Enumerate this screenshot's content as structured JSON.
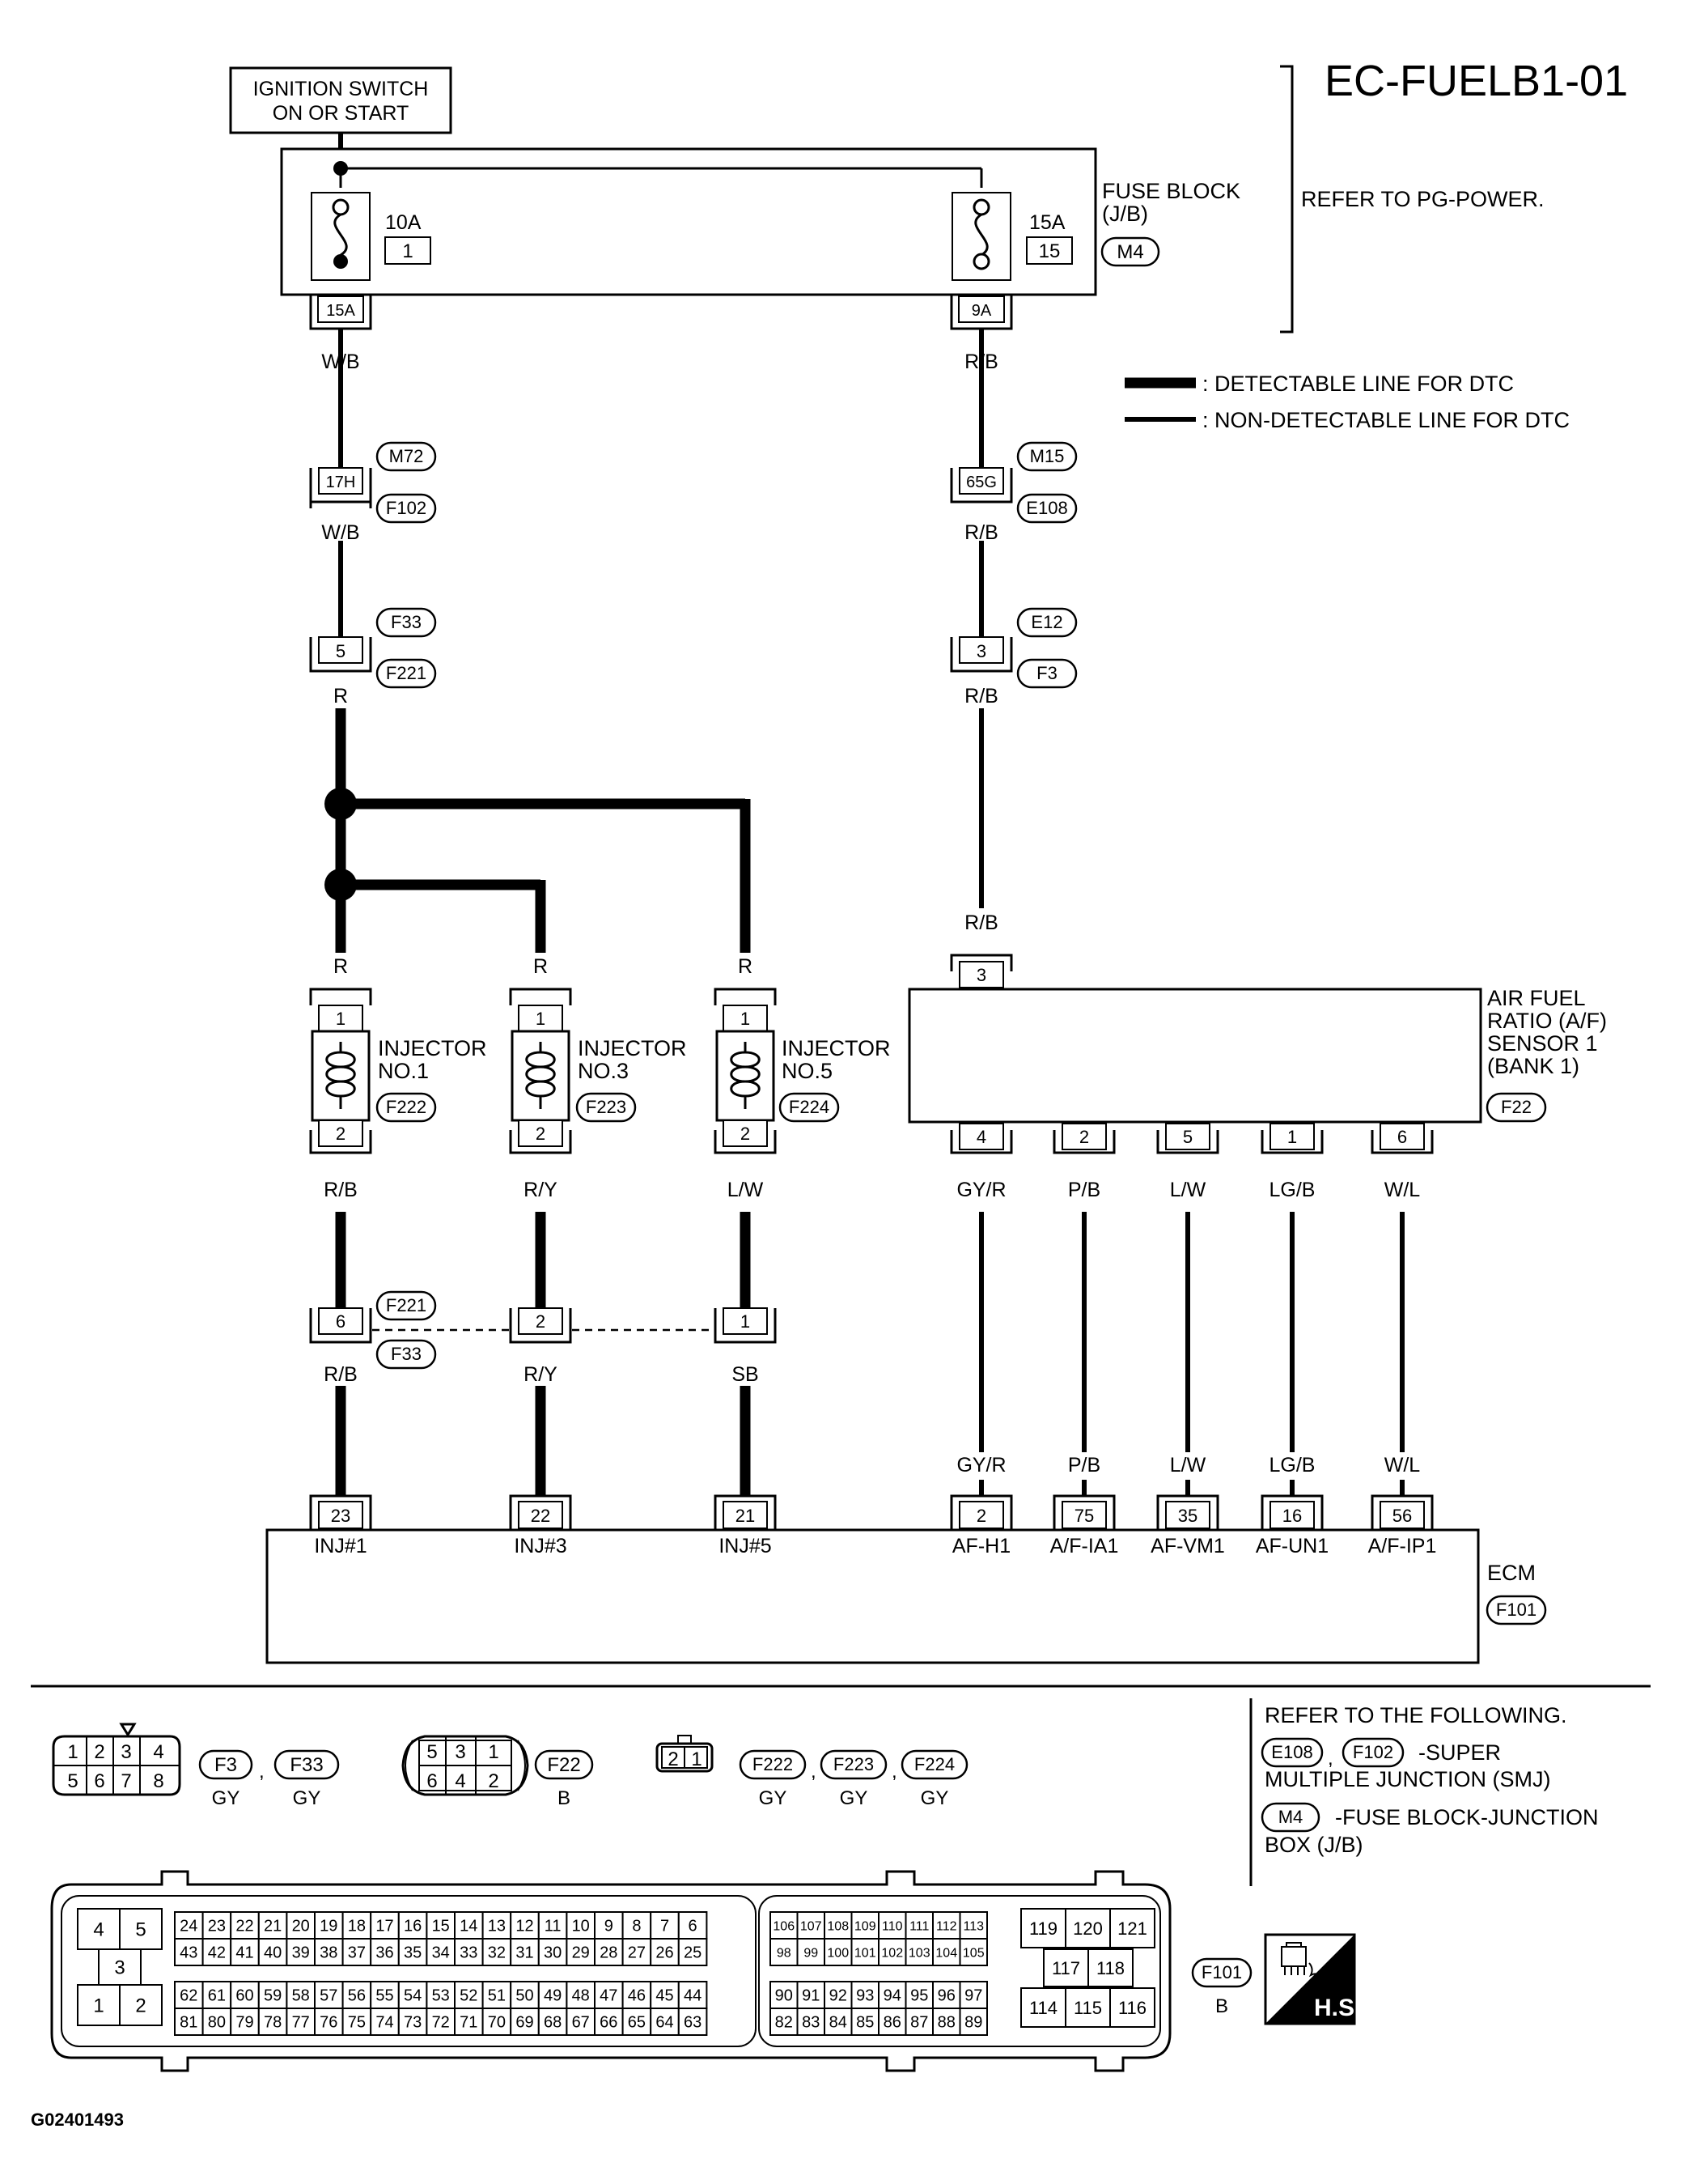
{
  "title": "EC-FUELB1-01",
  "ignition_switch": [
    "IGNITION SWITCH",
    "ON OR START"
  ],
  "fuse_block": {
    "label": [
      "FUSE BLOCK",
      "(J/B)"
    ],
    "connector": "M4",
    "refer": "REFER TO PG-POWER.",
    "fuse_left": {
      "amp": "10A",
      "num": "1",
      "terminal": "15A"
    },
    "fuse_right": {
      "amp": "15A",
      "num": "15",
      "terminal": "9A"
    }
  },
  "legend": {
    "detectable": ": DETECTABLE LINE FOR DTC",
    "non_detectable": ": NON-DETECTABLE LINE FOR DTC"
  },
  "wires": {
    "w_b": "W/B",
    "r_b": "R/B",
    "r": "R",
    "r_y": "R/Y",
    "l_w": "L/W",
    "sb": "SB",
    "gy_r": "GY/R",
    "p_b": "P/B",
    "lg_b": "LG/B",
    "w_l": "W/L"
  },
  "junctions": {
    "j1": {
      "pin": "17H",
      "top": "M72",
      "bottom": "F102"
    },
    "j2": {
      "pin": "65G",
      "top": "M15",
      "bottom": "E108"
    },
    "j3": {
      "pin": "5",
      "top": "F33",
      "bottom": "F221"
    },
    "j4": {
      "pin": "3",
      "top": "E12",
      "bottom": "F3"
    }
  },
  "injectors": [
    {
      "name": [
        "INJECTOR",
        "NO.1"
      ],
      "connector": "F222",
      "pin_in": "1",
      "pin_out": "2",
      "wire_out": "R/B",
      "jpin": "6",
      "wire_ecm": "R/B",
      "ecm_pin": "23",
      "ecm_label": "INJ#1"
    },
    {
      "name": [
        "INJECTOR",
        "NO.3"
      ],
      "connector": "F223",
      "pin_in": "1",
      "pin_out": "2",
      "wire_out": "R/Y",
      "jpin": "2",
      "wire_ecm": "R/Y",
      "ecm_pin": "22",
      "ecm_label": "INJ#3"
    },
    {
      "name": [
        "INJECTOR",
        "NO.5"
      ],
      "connector": "F224",
      "pin_in": "1",
      "pin_out": "2",
      "wire_out": "L/W",
      "jpin": "1",
      "wire_ecm": "SB",
      "ecm_pin": "21",
      "ecm_label": "INJ#5"
    }
  ],
  "inj_junction": {
    "top": "F221",
    "bottom": "F33"
  },
  "af_sensor": {
    "name": [
      "AIR FUEL",
      "RATIO (A/F)",
      "SENSOR 1",
      "(BANK 1)"
    ],
    "connector": "F22",
    "pin_in": "3",
    "pins": [
      {
        "pin": "4",
        "wire": "GY/R",
        "ecm_pin": "2",
        "ecm_label": "AF-H1"
      },
      {
        "pin": "2",
        "wire": "P/B",
        "ecm_pin": "75",
        "ecm_label": "A/F-IA1"
      },
      {
        "pin": "5",
        "wire": "L/W",
        "ecm_pin": "35",
        "ecm_label": "AF-VM1"
      },
      {
        "pin": "1",
        "wire": "LG/B",
        "ecm_pin": "16",
        "ecm_label": "AF-UN1"
      },
      {
        "pin": "6",
        "wire": "W/L",
        "ecm_pin": "56",
        "ecm_label": "A/F-IP1"
      }
    ]
  },
  "ecm": {
    "label": "ECM",
    "connector": "F101"
  },
  "connectors_legend": {
    "c1": {
      "pins_top": [
        "1",
        "2",
        "3",
        "4"
      ],
      "pins_bottom": [
        "5",
        "6",
        "7",
        "8"
      ],
      "names": [
        "F3",
        "F33"
      ],
      "colors": [
        "GY",
        "GY"
      ]
    },
    "c2": {
      "pins_top": [
        "5",
        "3",
        "1"
      ],
      "pins_bottom": [
        "6",
        "4",
        "2"
      ],
      "name": "F22",
      "color": "B"
    },
    "c3": {
      "pins": [
        "2",
        "1"
      ],
      "names": [
        "F222",
        "F223",
        "F224"
      ],
      "colors": [
        "GY",
        "GY",
        "GY"
      ]
    },
    "ecm_conn": {
      "name": "F101",
      "color": "B"
    }
  },
  "refer_following": {
    "header": "REFER TO THE FOLLOWING.",
    "smj_conns": [
      "E108",
      "F102"
    ],
    "smj_text": [
      "-SUPER",
      "MULTIPLE JUNCTION (SMJ)"
    ],
    "jb_conn": "M4",
    "jb_text": [
      "-FUSE BLOCK-JUNCTION",
      "BOX (J/B)"
    ]
  },
  "hs_label": "H.S.",
  "figure_id": "G02401493",
  "ecm_pins": {
    "a_top": [
      "4",
      "5"
    ],
    "a_mid": "3",
    "a_bot": [
      "1",
      "2"
    ],
    "b_row1": [
      "24",
      "23",
      "22",
      "21",
      "20",
      "19",
      "18",
      "17",
      "16",
      "15",
      "14",
      "13",
      "12",
      "11",
      "10",
      "9",
      "8",
      "7",
      "6"
    ],
    "b_row2": [
      "43",
      "42",
      "41",
      "40",
      "39",
      "38",
      "37",
      "36",
      "35",
      "34",
      "33",
      "32",
      "31",
      "30",
      "29",
      "28",
      "27",
      "26",
      "25"
    ],
    "b_row3": [
      "62",
      "61",
      "60",
      "59",
      "58",
      "57",
      "56",
      "55",
      "54",
      "53",
      "52",
      "51",
      "50",
      "49",
      "48",
      "47",
      "46",
      "45",
      "44"
    ],
    "b_row4": [
      "81",
      "80",
      "79",
      "78",
      "77",
      "76",
      "75",
      "74",
      "73",
      "72",
      "71",
      "70",
      "69",
      "68",
      "67",
      "66",
      "65",
      "64",
      "63"
    ],
    "c_row1": [
      "106",
      "107",
      "108",
      "109",
      "110",
      "111",
      "112",
      "113"
    ],
    "c_row2": [
      "98",
      "99",
      "100",
      "101",
      "102",
      "103",
      "104",
      "105"
    ],
    "c_row3": [
      "90",
      "91",
      "92",
      "93",
      "94",
      "95",
      "96",
      "97"
    ],
    "c_row4": [
      "82",
      "83",
      "84",
      "85",
      "86",
      "87",
      "88",
      "89"
    ],
    "d_top": [
      "119",
      "120",
      "121"
    ],
    "d_mid": [
      "117",
      "118"
    ],
    "d_bot": [
      "114",
      "115",
      "116"
    ]
  }
}
